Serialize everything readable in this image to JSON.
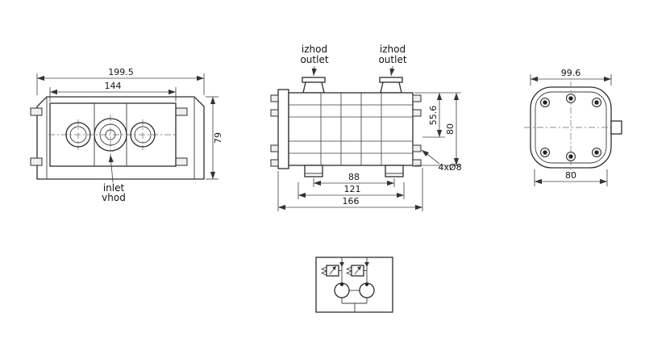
{
  "colors": {
    "background": "#ffffff",
    "line": "#333333"
  },
  "front_view": {
    "dim_overall_width": "199.5",
    "dim_body_width": "144",
    "dim_height": "79",
    "inlet_label_line1": "inlet",
    "inlet_label_line2": "vhod"
  },
  "side_view": {
    "outlet_left_line1": "izhod",
    "outlet_left_line2": "outlet",
    "outlet_right_line1": "izhod",
    "outlet_right_line2": "outlet",
    "dim_upper_height": "55.6",
    "dim_height": "80",
    "dim_outlet_spacing": "88",
    "dim_mount_spacing": "121",
    "dim_overall_length": "166",
    "hole_note": "4xØ8"
  },
  "end_view": {
    "dim_overall_width": "99.6",
    "dim_body_width": "80"
  }
}
